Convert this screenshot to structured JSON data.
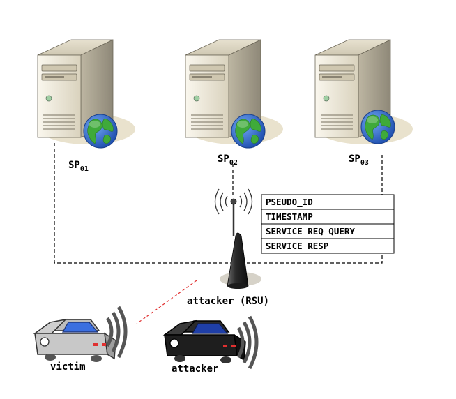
{
  "servers": [
    {
      "label": "SP",
      "sub": "01"
    },
    {
      "label": "SP",
      "sub": "02"
    },
    {
      "label": "SP",
      "sub": "03"
    }
  ],
  "rsu": {
    "label": "attacker (RSU)"
  },
  "table": {
    "rows": [
      "PSEUDO_ID",
      "TIMESTAMP",
      "SERVICE REQ QUERY",
      "SERVICE RESP"
    ]
  },
  "vehicles": [
    {
      "label": "victim",
      "color": "#3b6fe0"
    },
    {
      "label": "attacker",
      "color": "#1f3fa8"
    }
  ],
  "colors": {
    "link": "#000000",
    "attack_link": "#e03030",
    "globe_ocean": "#2a63c9",
    "globe_land": "#3faa3a",
    "server_body": "#efe9d8"
  }
}
